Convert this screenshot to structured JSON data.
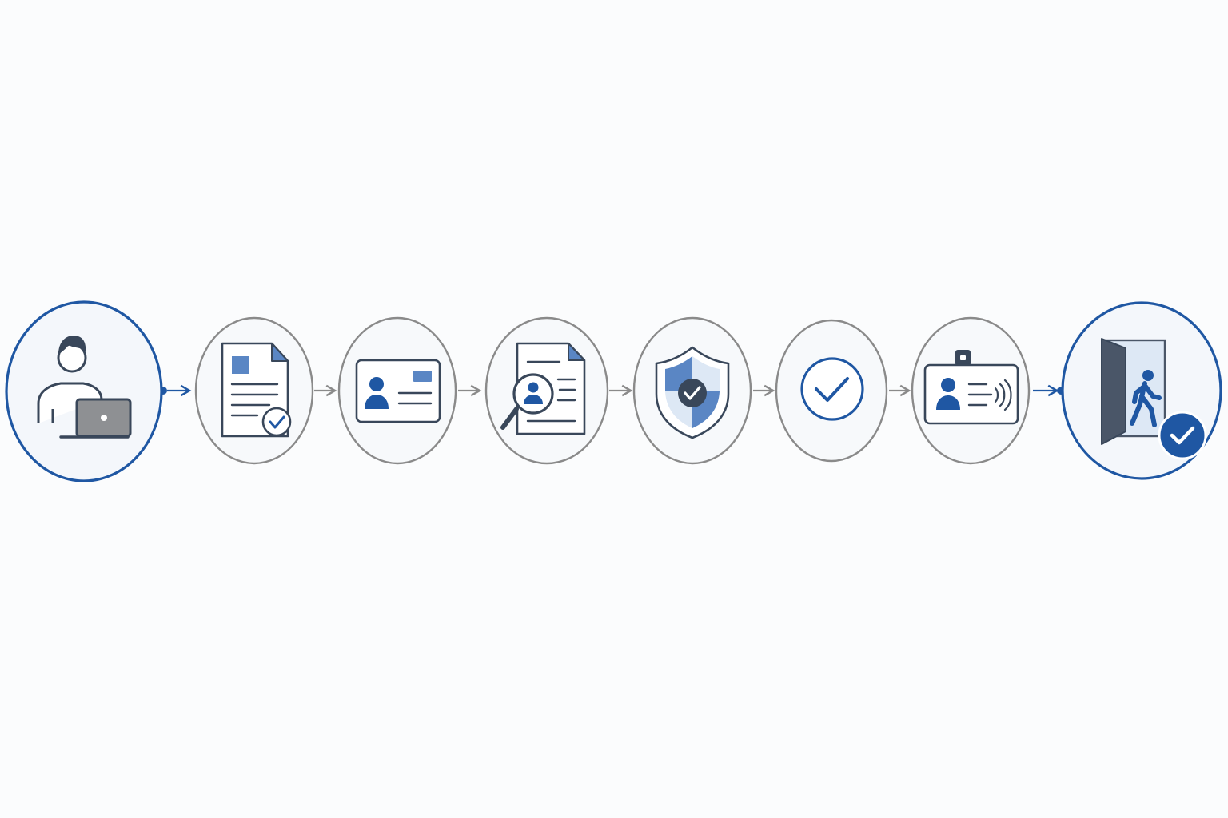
{
  "diagram": {
    "type": "process-flow",
    "orientation": "horizontal",
    "colors": {
      "background": "#fbfcfd",
      "accent": "#1f57a3",
      "accent_light": "#5a86c4",
      "pale_blue": "#dde8f5",
      "ink": "#39475a",
      "connector": "#8a8a8a",
      "node_fill": "#f7f9fb",
      "node_border": "#8a8a8a",
      "laptop": "#8e9093",
      "door": "#4a5668"
    },
    "steps": [
      {
        "id": "user",
        "icon": "person-with-laptop-icon",
        "emphasis": true
      },
      {
        "id": "form",
        "icon": "document-check-icon",
        "emphasis": false
      },
      {
        "id": "id-card",
        "icon": "id-card-icon",
        "emphasis": false
      },
      {
        "id": "review",
        "icon": "document-search-icon",
        "emphasis": false
      },
      {
        "id": "security",
        "icon": "shield-check-icon",
        "emphasis": false
      },
      {
        "id": "approved",
        "icon": "check-circle-icon",
        "emphasis": false
      },
      {
        "id": "badge",
        "icon": "access-badge-icon",
        "emphasis": false
      },
      {
        "id": "entry",
        "icon": "open-door-walk-icon",
        "emphasis": true
      }
    ],
    "connectors": [
      {
        "from": "user",
        "to": "form",
        "style": "accent"
      },
      {
        "from": "form",
        "to": "id-card",
        "style": "neutral"
      },
      {
        "from": "id-card",
        "to": "review",
        "style": "neutral"
      },
      {
        "from": "review",
        "to": "security",
        "style": "neutral"
      },
      {
        "from": "security",
        "to": "approved",
        "style": "neutral"
      },
      {
        "from": "approved",
        "to": "badge",
        "style": "neutral"
      },
      {
        "from": "badge",
        "to": "entry",
        "style": "accent"
      }
    ]
  }
}
